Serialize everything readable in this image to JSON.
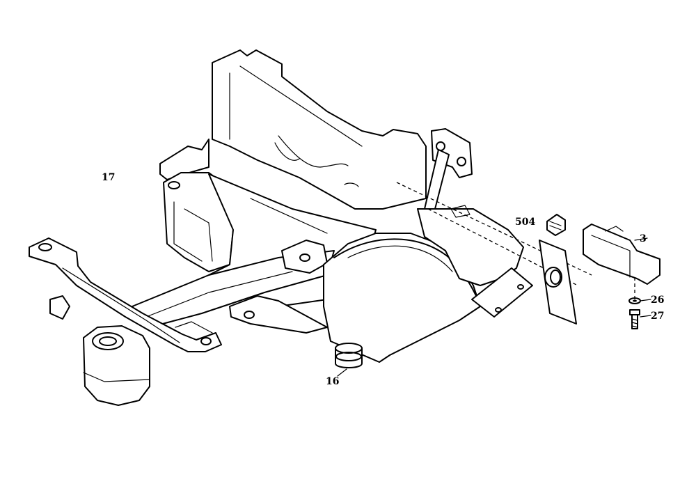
{
  "callouts": {
    "frame": "17",
    "plug": "16",
    "bracket": "3",
    "module": "504",
    "washer": "26",
    "bolt": "27"
  }
}
